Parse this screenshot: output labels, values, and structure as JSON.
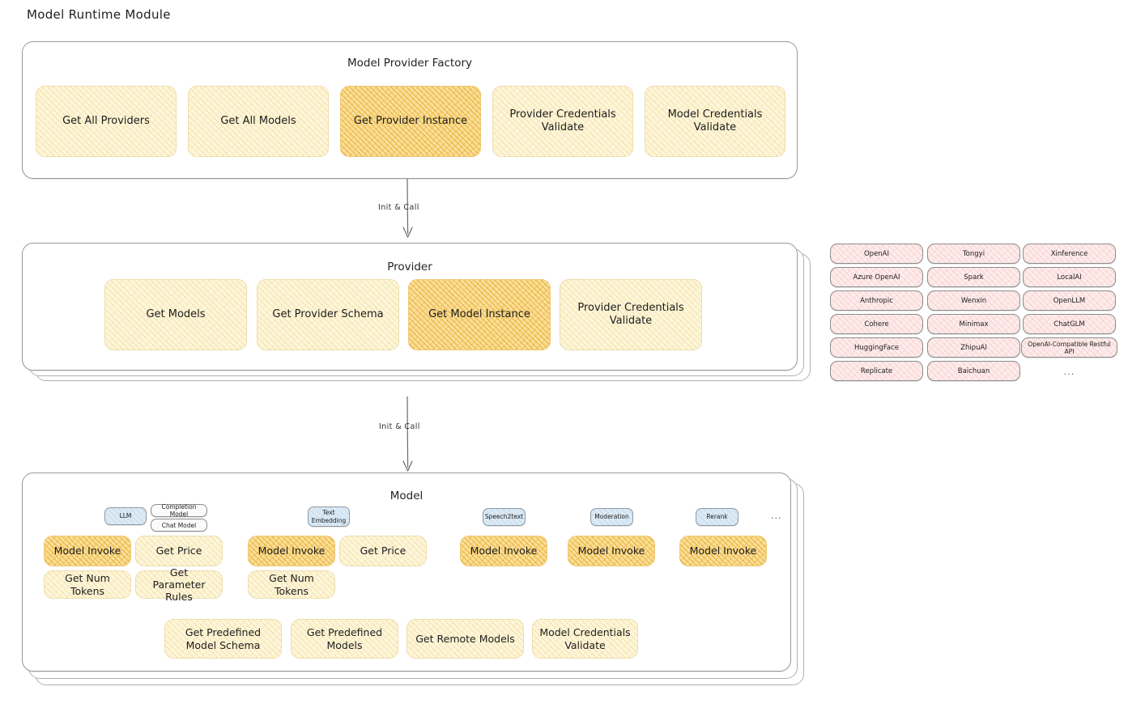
{
  "page": {
    "title": "Model Runtime Module"
  },
  "factory": {
    "title": "Model Provider Factory",
    "nodes": [
      {
        "label": "Get All Providers",
        "emphasis": "light"
      },
      {
        "label": "Get All Models",
        "emphasis": "light"
      },
      {
        "label": "Get Provider Instance",
        "emphasis": "strong"
      },
      {
        "label": "Provider Credentials Validate",
        "emphasis": "light"
      },
      {
        "label": "Model Credentials Validate",
        "emphasis": "light"
      }
    ]
  },
  "arrow_factory_to_provider": {
    "label": "Init & Call"
  },
  "provider": {
    "title": "Provider",
    "nodes": [
      {
        "label": "Get Models",
        "emphasis": "light"
      },
      {
        "label": "Get Provider Schema",
        "emphasis": "light"
      },
      {
        "label": "Get Model Instance",
        "emphasis": "strong"
      },
      {
        "label": "Provider Credentials Validate",
        "emphasis": "light"
      }
    ]
  },
  "arrow_provider_to_model": {
    "label": "Init & Call"
  },
  "provider_list": {
    "columns": [
      {
        "items": [
          "OpenAI",
          "Azure OpenAI",
          "Anthropic",
          "Cohere",
          "HuggingFace",
          "Replicate"
        ]
      },
      {
        "items": [
          "Tongyi",
          "Spark",
          "Wenxin",
          "Minimax",
          "ZhipuAI",
          "Baichuan"
        ]
      },
      {
        "items": [
          "Xinference",
          "LocalAI",
          "OpenLLM",
          "ChatGLM",
          "OpenAI-Compatible Restful API"
        ]
      }
    ],
    "ellipsis": "..."
  },
  "model": {
    "title": "Model",
    "ellipsis": "...",
    "types": [
      {
        "name": "LLM",
        "sub_chips": [
          "Completion Model",
          "Chat Model"
        ],
        "nodes": [
          {
            "label": "Model Invoke",
            "emphasis": "strong"
          },
          {
            "label": "Get Price",
            "emphasis": "light"
          },
          {
            "label": "Get Num Tokens",
            "emphasis": "light"
          },
          {
            "label": "Get Parameter Rules",
            "emphasis": "light"
          }
        ]
      },
      {
        "name": "Text Embedding",
        "sub_chips": [],
        "nodes": [
          {
            "label": "Model Invoke",
            "emphasis": "strong"
          },
          {
            "label": "Get Price",
            "emphasis": "light"
          },
          {
            "label": "Get Num Tokens",
            "emphasis": "light"
          }
        ]
      },
      {
        "name": "Speech2text",
        "sub_chips": [],
        "nodes": [
          {
            "label": "Model Invoke",
            "emphasis": "strong"
          }
        ]
      },
      {
        "name": "Moderation",
        "sub_chips": [],
        "nodes": [
          {
            "label": "Model Invoke",
            "emphasis": "strong"
          }
        ]
      },
      {
        "name": "Rerank",
        "sub_chips": [],
        "nodes": [
          {
            "label": "Model Invoke",
            "emphasis": "strong"
          }
        ]
      }
    ],
    "common_nodes": [
      {
        "label": "Get Predefined Model Schema",
        "emphasis": "light"
      },
      {
        "label": "Get Predefined Models",
        "emphasis": "light"
      },
      {
        "label": "Get Remote Models",
        "emphasis": "light"
      },
      {
        "label": "Model Credentials Validate",
        "emphasis": "light"
      }
    ]
  },
  "colors": {
    "node_light": "#fdf6dd",
    "node_strong": "#fbdf9b",
    "chip_pink": "#fdeceb",
    "chip_blue": "#dceaf5",
    "panel_border": "#9a9a9a",
    "text": "#1d1d1d"
  }
}
